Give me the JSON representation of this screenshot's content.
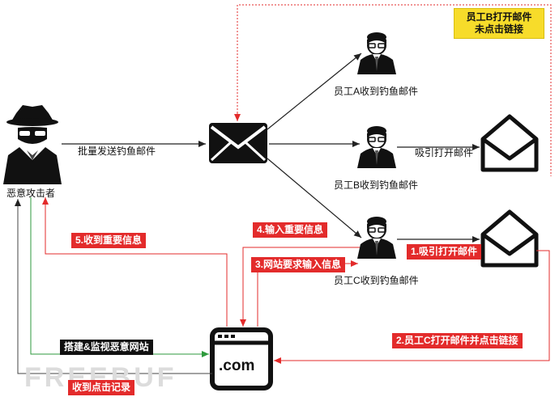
{
  "attacker": {
    "label": "恶意攻击者"
  },
  "center_mail": {
    "label": "批量发送钓鱼邮件"
  },
  "employees": [
    {
      "label": "员工A收到钓鱼邮件"
    },
    {
      "label": "员工B收到钓鱼邮件"
    },
    {
      "label": "员工C收到钓鱼邮件"
    }
  ],
  "b_attract": {
    "label": "吸引打开邮件"
  },
  "note_b": {
    "line1": "员工B打开邮件",
    "line2": "未点击链接"
  },
  "steps": {
    "s1": "1.吸引打开邮件",
    "s2": "2.员工C打开邮件并点击链接",
    "s3": "3.网站要求输入信息",
    "s4": "4.输入重要信息",
    "s5": "5.收到重要信息"
  },
  "build_site": {
    "label": "搭建&监视恶意网站"
  },
  "click_record": {
    "label": "收到点击记录"
  },
  "website": {
    "label": ".com"
  },
  "watermark": {
    "text": "FREEBUF"
  },
  "colors": {
    "red": "#e32b2b",
    "green": "#2e9a3c",
    "black": "#222222",
    "yellow": "#f7dc2a"
  }
}
